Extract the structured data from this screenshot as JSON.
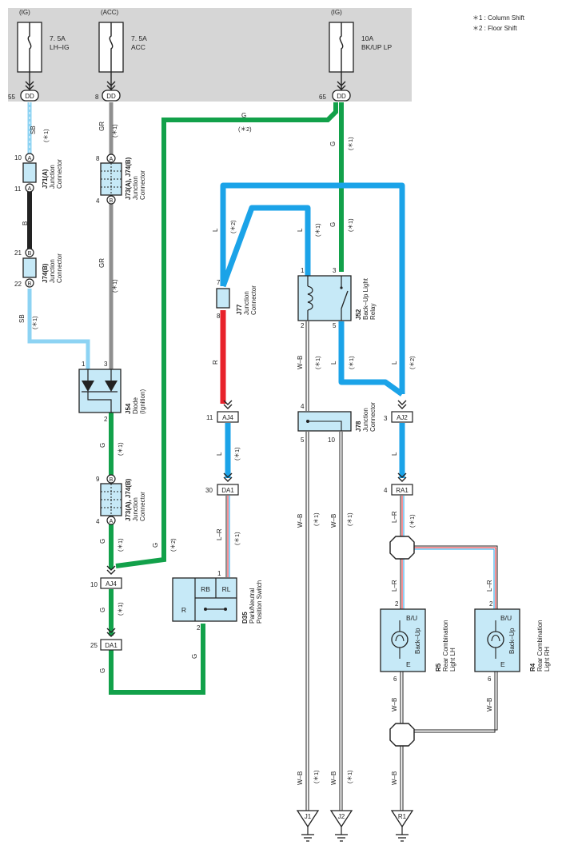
{
  "legend": {
    "note1": "＊1 : Column Shift",
    "note2": "＊2 : Floor Shift"
  },
  "fuses": [
    {
      "power": "(IG)",
      "rating": "7. 5A",
      "name": "LH–IG",
      "pin": "55",
      "conn": "DD"
    },
    {
      "power": "(ACC)",
      "rating": "7. 5A",
      "name": "ACC",
      "pin": "8",
      "conn": "DD"
    },
    {
      "power": "(IG)",
      "rating": "10A",
      "name": "BK/UP LP",
      "pin": "65",
      "conn": "DD"
    }
  ],
  "wires": {
    "sb": "SB",
    "b": "B",
    "gr": "GR",
    "g": "G",
    "l": "L",
    "r": "R",
    "lr": "L–R",
    "wb": "W–B",
    "note1": "(＊1)",
    "note2": "(＊2)"
  },
  "pins": {
    "p1": "1",
    "p2": "2",
    "p3": "3",
    "p4": "4",
    "p5": "5",
    "p6": "6",
    "p7": "7",
    "p8": "8",
    "p9": "9",
    "p10": "10",
    "p11": "11",
    "p21": "21",
    "p22": "22",
    "p25": "25",
    "p30": "30",
    "a": "A",
    "b": "B"
  },
  "components": {
    "j71": {
      "id": "J71(A)",
      "desc1": "Junction",
      "desc2": "Connector"
    },
    "j74b": {
      "id": "J74(B)",
      "desc1": "Junction",
      "desc2": "Connector"
    },
    "j73": {
      "id": "J73(A), J74(B)",
      "desc1": "Junction",
      "desc2": "Connector"
    },
    "j54": {
      "id": "J54",
      "desc1": "Diode",
      "desc2": "(Ignition)"
    },
    "j77": {
      "id": "J77",
      "desc1": "Junction",
      "desc2": "Connector"
    },
    "j52": {
      "id": "J52",
      "desc1": "Back–Up Light",
      "desc2": "Relay"
    },
    "j78": {
      "id": "J78",
      "desc1": "Junction",
      "desc2": "Connector"
    },
    "d35": {
      "id": "D35",
      "desc1": "Park/Neutral",
      "desc2": "Position Switch",
      "rb": "RB",
      "rl": "RL",
      "r": "R"
    },
    "r5": {
      "id": "R5",
      "desc1": "Rear Combination",
      "desc2": "Light LH",
      "bu": "B/U",
      "lamp": "Back–Up",
      "e": "E"
    },
    "r4": {
      "id": "R4",
      "desc1": "Rear Combination",
      "desc2": "Light RH",
      "bu": "B/U",
      "lamp": "Back–Up",
      "e": "E"
    }
  },
  "connectors": {
    "aj4": "AJ4",
    "da1": "DA1",
    "aj2": "AJ2",
    "ra1": "RA1"
  },
  "grounds": {
    "j1": "J1",
    "j2": "J2",
    "r1": "R1"
  },
  "colors": {
    "fuse_band": "#d6d6d6",
    "blue": "#1ba3e8",
    "light_blue": "#8dd3f3",
    "green": "#12a14a",
    "gray": "#8f8f8f",
    "black": "#222222",
    "red": "#e8222b",
    "box": "#c6e9f7"
  }
}
